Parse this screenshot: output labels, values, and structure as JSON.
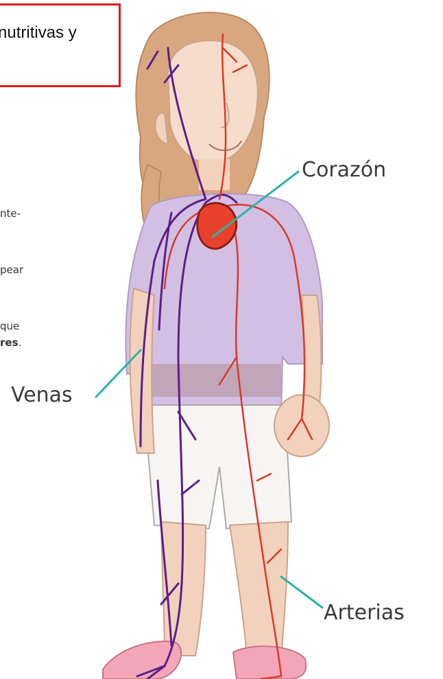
{
  "box": {
    "text": "nutritivas y"
  },
  "side_text": {
    "line1": "nte-",
    "line2": "pear",
    "line3": "que",
    "line4_bold": "res",
    "line4_end": "."
  },
  "labels": {
    "heart": "Corazón",
    "veins": "Venas",
    "arteries": "Arterias"
  },
  "colors": {
    "vein": "#5a1f86",
    "artery": "#d63a2a",
    "heart": "#e8422c",
    "pointer": "#2bb3a6",
    "shirt": "#cdb7dd",
    "skin": "#f3d2bd",
    "hair": "#d9a77f",
    "shoe": "#f2a6b8",
    "box_border": "#e01b1b"
  }
}
